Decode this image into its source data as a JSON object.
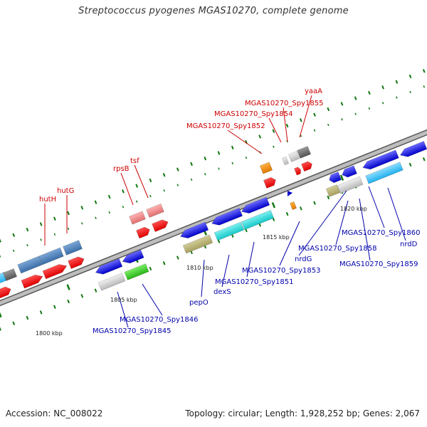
{
  "title": "Streptococcus pyogenes MGAS10270, complete genome",
  "footer": {
    "accession": "Accession: NC_008022",
    "summary": "Topology: circular; Length: 1,928,252 bp; Genes: 2,067"
  },
  "colors": {
    "label_red": "#cc0000",
    "label_blue": "#0000aa",
    "backbone": "#888888",
    "tick": "#117711"
  },
  "kbp_labels": [
    "1800 kbp",
    "1805 kbp",
    "1810 kbp",
    "1815 kbp",
    "1820 kbp"
  ],
  "red_labels": [
    "hutH",
    "hutG",
    "rpsB",
    "tsf",
    "MGAS10270_Spy1852",
    "MGAS10270_Spy1854",
    "MGAS10270_Spy1855",
    "yaaA"
  ],
  "blue_labels": [
    "MGAS10270_Spy1845",
    "MGAS10270_Spy1846",
    "pepO",
    "dexS",
    "MGAS10270_Spy1851",
    "MGAS10270_Spy1853",
    "nrdG",
    "MGAS10270_Spy1858",
    "MGAS10270_Spy1859",
    "MGAS10270_Spy1860",
    "nrdD"
  ]
}
